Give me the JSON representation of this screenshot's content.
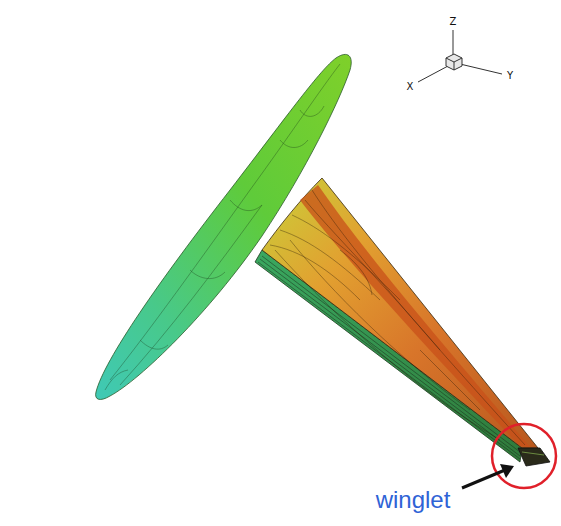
{
  "diagram": {
    "labels": [
      "Z",
      "X",
      "Y",
      "winglet"
    ]
  }
}
